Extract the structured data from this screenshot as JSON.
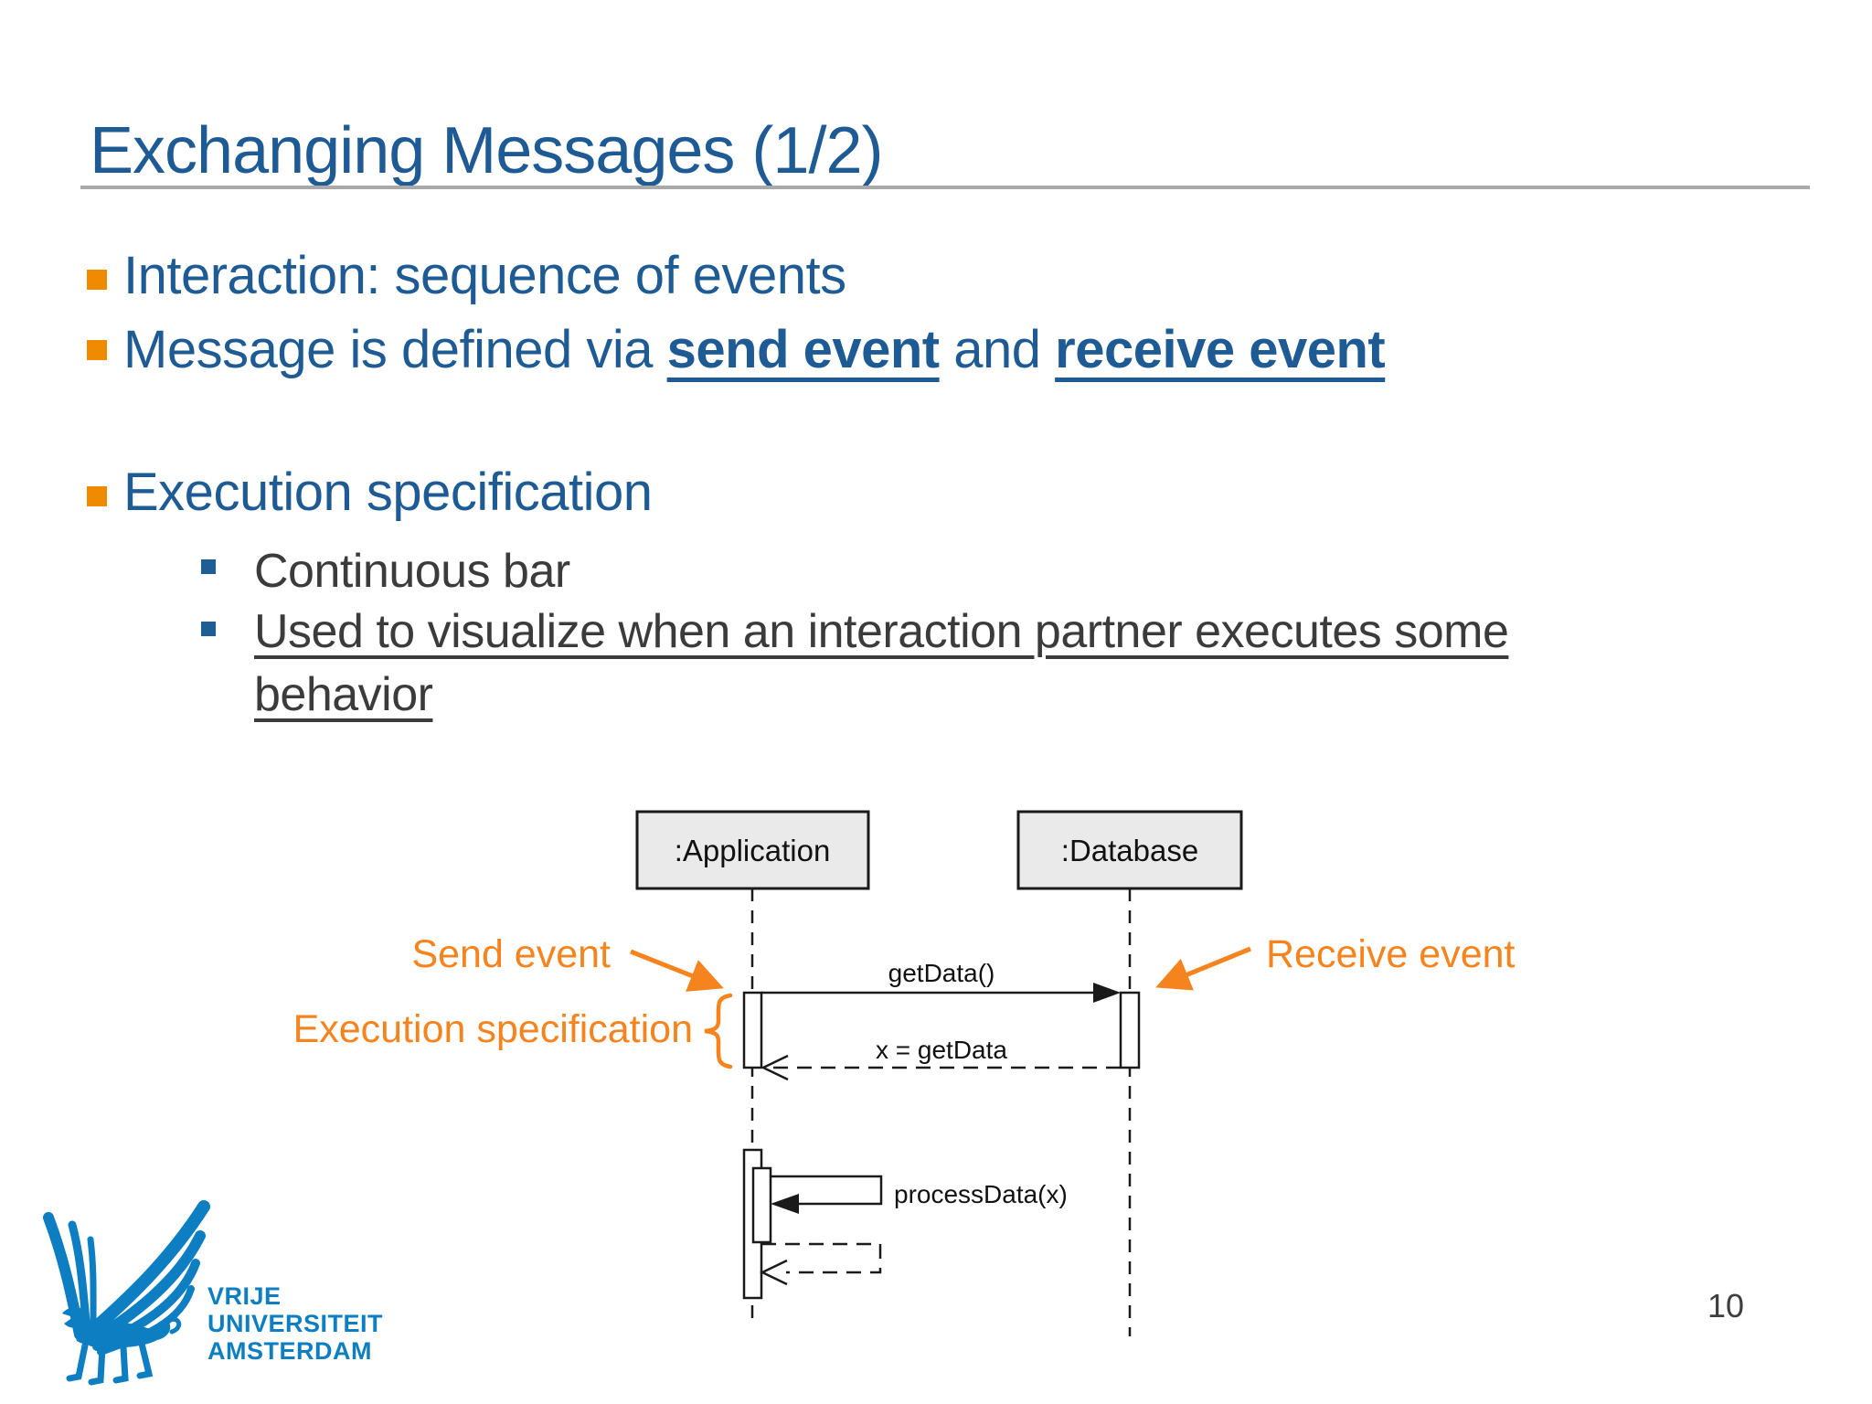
{
  "slide": {
    "title": "Exchanging Messages (1/2)",
    "page_number": "10"
  },
  "bullets": {
    "level1": [
      {
        "text": "Interaction: sequence of events"
      },
      {
        "prefix": "Message is defined via ",
        "emphasis1": "send event",
        "middle": " and ",
        "emphasis2": "receive event"
      },
      {
        "text": "Execution specification"
      }
    ],
    "level2": [
      {
        "text": "Continuous bar"
      },
      {
        "line1": "Used to visualize when an interaction partner executes some",
        "line2": "behavior"
      }
    ]
  },
  "diagram": {
    "lifeline_application": ":Application",
    "lifeline_database": ":Database",
    "message_call": "getData()",
    "message_return": "x = getData",
    "message_self": "processData(x)",
    "label_send_event": "Send event",
    "label_receive_event": "Receive event",
    "label_execution_specification": "Execution specification"
  },
  "logo": {
    "line1": "VRIJE",
    "line2": "UNIVERSITEIT",
    "line3": "AMSTERDAM"
  },
  "colors": {
    "title_blue": "#1E5B94",
    "bullet_orange": "#F08A00",
    "annotation_orange": "#F5841F",
    "body_gray": "#3B3B3B",
    "diagram_black": "#1A1A1A",
    "box_fill": "#EAEAEA",
    "rule_gray": "#A9A9A9",
    "vu_blue": "#0D7EC2"
  }
}
